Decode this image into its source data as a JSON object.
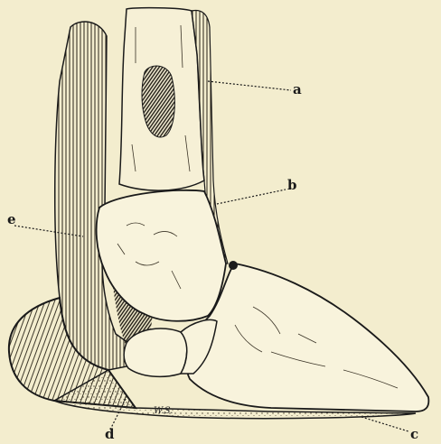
{
  "figure": {
    "background": "#f3edce",
    "ink": "#1a1a1a",
    "labels": {
      "a": "a",
      "b": "b",
      "c": "c",
      "d": "d",
      "e": "e"
    },
    "signature": "W.S."
  }
}
